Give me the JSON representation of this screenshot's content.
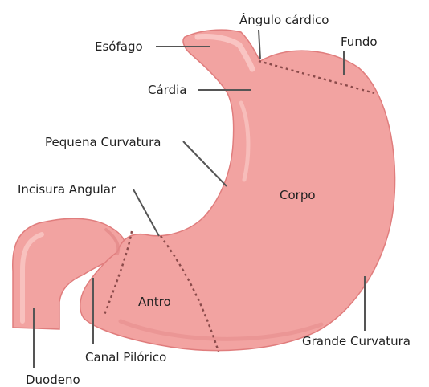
{
  "labels": {
    "angulo_cardico": "Ângulo cárdico",
    "esofago": "Esófago",
    "fundo": "Fundo",
    "cardia": "Cárdia",
    "pequena_curvatura": "Pequena Curvatura",
    "incisura_angular": "Incisura Angular",
    "corpo": "Corpo",
    "antro": "Antro",
    "canal_pilorico": "Canal Pilórico",
    "grande_curvatura": "Grande Curvatura",
    "duodeno": "Duodeno"
  },
  "colors": {
    "stomach_fill": "#f2a3a1",
    "stomach_outline": "#e07d7d",
    "highlight": "#f9c8c5",
    "shadow": "#e4898a",
    "dotted_division": "#8a4a4a",
    "leader_line": "#555555",
    "text": "#222222"
  }
}
